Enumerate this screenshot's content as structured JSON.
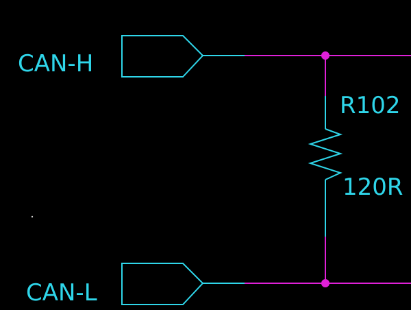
{
  "ports": [
    {
      "name": "CAN-H"
    },
    {
      "name": "CAN-L"
    }
  ],
  "resistor": {
    "designator": "R102",
    "value": "120R"
  },
  "colors": {
    "background": "#000000",
    "component": "#2fd6ea",
    "wire": "#e020d8",
    "junction": "#e020d8"
  }
}
